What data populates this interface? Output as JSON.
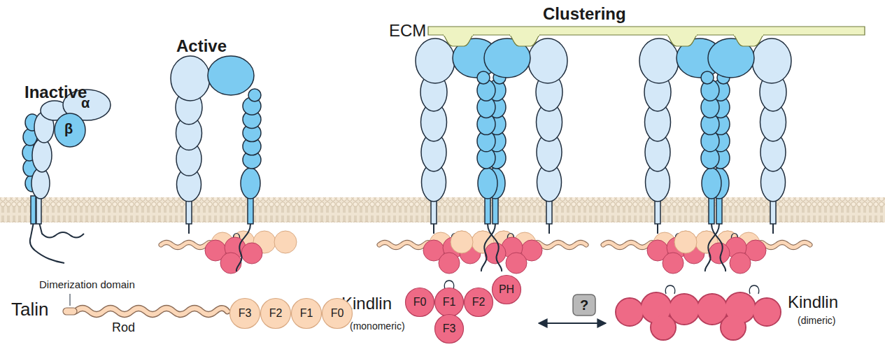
{
  "diagram": {
    "nodes": [
      {
        "text": [
          "F3"
        ]
      },
      {
        "text": [
          "F2"
        ]
      },
      {
        "text": [
          "F1"
        ]
      },
      {
        "text": [
          "F0"
        ]
      },
      {
        "text": [
          "F0"
        ]
      },
      {
        "text": [
          "F1"
        ]
      },
      {
        "text": [
          "F2"
        ]
      },
      {
        "text": [
          "PH"
        ]
      },
      {
        "text": [
          "F3"
        ]
      },
      {
        "text": [
          "?"
        ]
      }
    ],
    "labels": [
      "Inactive",
      "Active",
      "Clustering",
      "ECM",
      "α",
      "β",
      "Dimerization domain",
      "Rod",
      "Talin",
      "Kindlin",
      "(monomeric)",
      "Kindlin",
      "(dimeric)"
    ]
  }
}
